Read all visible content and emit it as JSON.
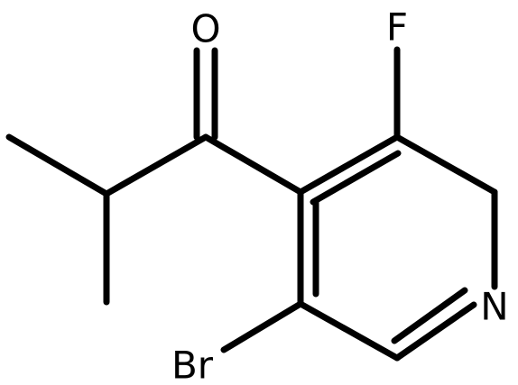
{
  "molecule": {
    "atoms": {
      "oxygen": "O",
      "fluorine": "F",
      "nitrogen": "N",
      "bromine": "Br"
    },
    "colors": {
      "bond": "#000000",
      "label": "#000000",
      "background": "#ffffff"
    }
  }
}
